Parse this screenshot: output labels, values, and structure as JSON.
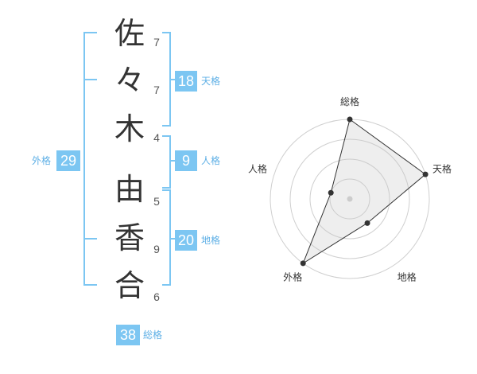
{
  "name_chars": [
    {
      "char": "佐",
      "strokes": "7"
    },
    {
      "char": "々",
      "strokes": "7"
    },
    {
      "char": "木",
      "strokes": "4"
    },
    {
      "char": "由",
      "strokes": "5"
    },
    {
      "char": "香",
      "strokes": "9"
    },
    {
      "char": "合",
      "strokes": "6"
    }
  ],
  "fortunes": {
    "tenkaku": {
      "value": "18",
      "label": "天格"
    },
    "jinkaku": {
      "value": "9",
      "label": "人格"
    },
    "chikaku": {
      "value": "20",
      "label": "地格"
    },
    "gaikaku": {
      "value": "29",
      "label": "外格"
    },
    "soukaku": {
      "value": "38",
      "label": "総格"
    }
  },
  "colors": {
    "accent": "#7cc6f2",
    "accent_text": "#5fb0e6",
    "text": "#333333"
  },
  "chart_data": {
    "type": "radar",
    "axes": [
      "総格",
      "天格",
      "地格",
      "外格",
      "人格"
    ],
    "rings": 4,
    "values": [
      4,
      4,
      1.5,
      4,
      1
    ]
  }
}
